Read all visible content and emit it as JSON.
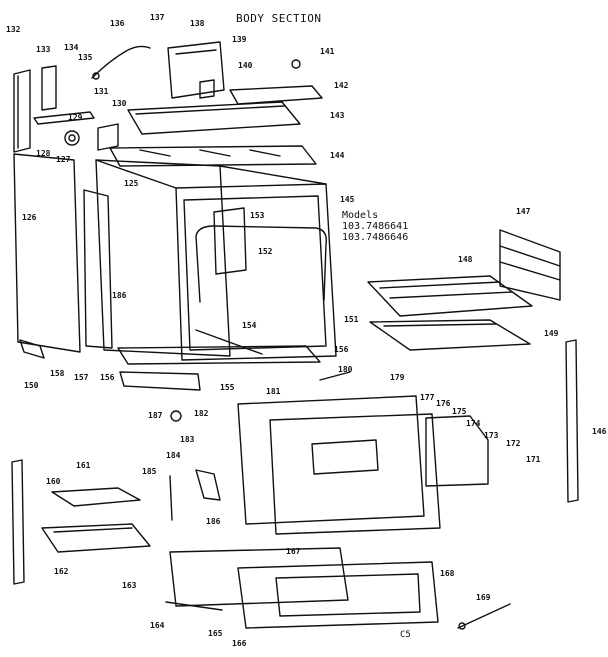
{
  "title": "BODY SECTION",
  "models": {
    "heading": "Models",
    "m1": "103.7486641",
    "m2": "103.7486646"
  },
  "code": "C5",
  "parts": [
    "132",
    "136",
    "137",
    "138",
    "139",
    "133",
    "134",
    "135",
    "141",
    "140",
    "142",
    "131",
    "130",
    "129",
    "128",
    "143",
    "127",
    "144",
    "126",
    "125",
    "145",
    "153",
    "147",
    "152",
    "148",
    "149",
    "186",
    "151",
    "154",
    "156",
    "150",
    "158",
    "157",
    "156",
    "155",
    "180",
    "179",
    "181",
    "177",
    "176",
    "175",
    "174",
    "173",
    "172",
    "187",
    "182",
    "183",
    "171",
    "146",
    "184",
    "185",
    "160",
    "161",
    "186",
    "167",
    "168",
    "163",
    "162",
    "164",
    "165",
    "166",
    "169"
  ]
}
